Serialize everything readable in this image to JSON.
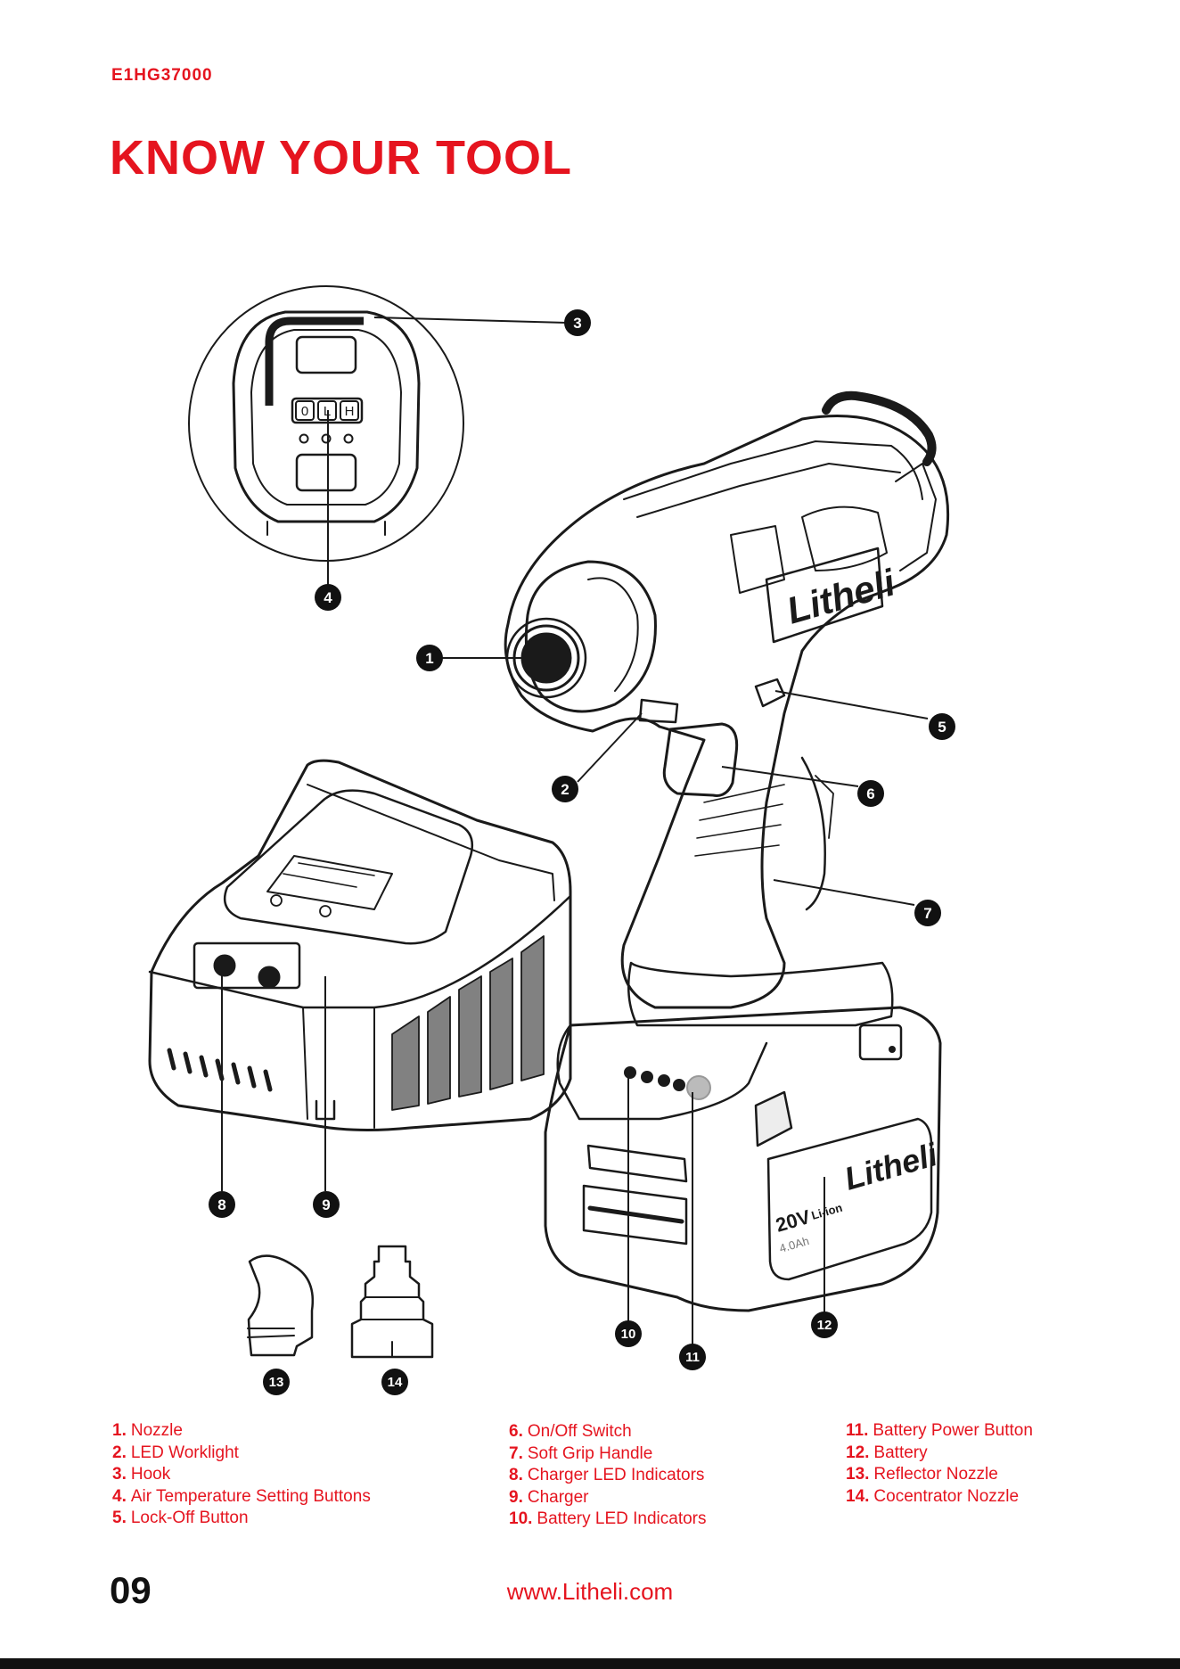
{
  "header": {
    "model": "E1HG37000",
    "title": "KNOW YOUR TOOL"
  },
  "illustration": {
    "brand_text": "Litheli",
    "temp_buttons": [
      "0",
      "L",
      "H"
    ],
    "battery_voltage": "20V",
    "battery_chem": "Li-ion",
    "battery_capacity": "4.0Ah",
    "callouts": [
      "1",
      "2",
      "3",
      "4",
      "5",
      "6",
      "7",
      "8",
      "9",
      "10",
      "11",
      "12",
      "13",
      "14"
    ]
  },
  "parts": {
    "col1": [
      {
        "num": "1.",
        "label": "Nozzle"
      },
      {
        "num": "2.",
        "label": "LED Worklight"
      },
      {
        "num": "3.",
        "label": "Hook"
      },
      {
        "num": "4.",
        "label": "Air Temperature Setting Buttons"
      },
      {
        "num": "5.",
        "label": "Lock-Off Button"
      }
    ],
    "col2": [
      {
        "num": "6.",
        "label": "On/Off Switch"
      },
      {
        "num": "7.",
        "label": "Soft Grip Handle"
      },
      {
        "num": "8.",
        "label": "Charger LED Indicators"
      },
      {
        "num": "9.",
        "label": "Charger"
      },
      {
        "num": "10.",
        "label": "Battery LED Indicators"
      }
    ],
    "col3": [
      {
        "num": "11.",
        "label": "Battery Power Button"
      },
      {
        "num": "12.",
        "label": "Battery"
      },
      {
        "num": "13.",
        "label": "Reflector Nozzle"
      },
      {
        "num": "14.",
        "label": "Cocentrator Nozzle"
      }
    ]
  },
  "footer": {
    "page_number": "09",
    "website": "www.Litheli.com"
  }
}
